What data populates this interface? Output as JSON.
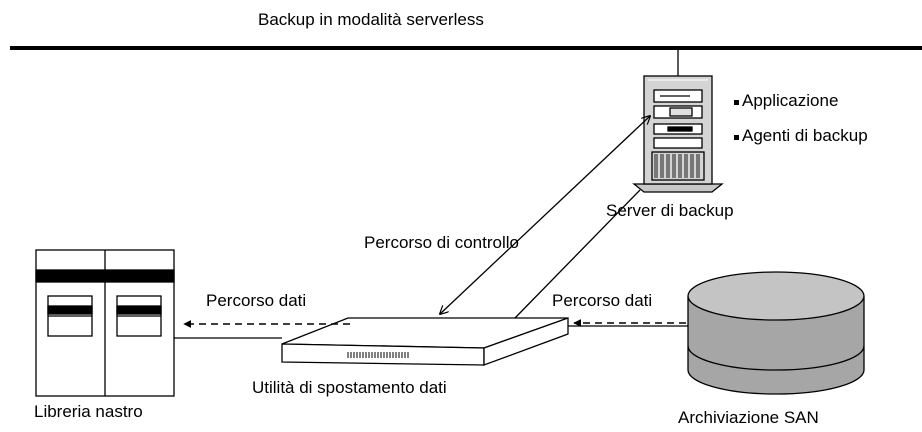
{
  "title": "Backup in modalità serverless",
  "server": {
    "label": "Server di backup",
    "bullets": [
      "Applicazione",
      "Agenti di backup"
    ]
  },
  "tape_library": {
    "label": "Libreria nastro"
  },
  "data_mover": {
    "label": "Utilità di spostamento dati"
  },
  "san_storage": {
    "label": "Archiviazione SAN"
  },
  "paths": {
    "control": "Percorso di controllo",
    "data_left": "Percorso dati",
    "data_right": "Percorso dati"
  }
}
